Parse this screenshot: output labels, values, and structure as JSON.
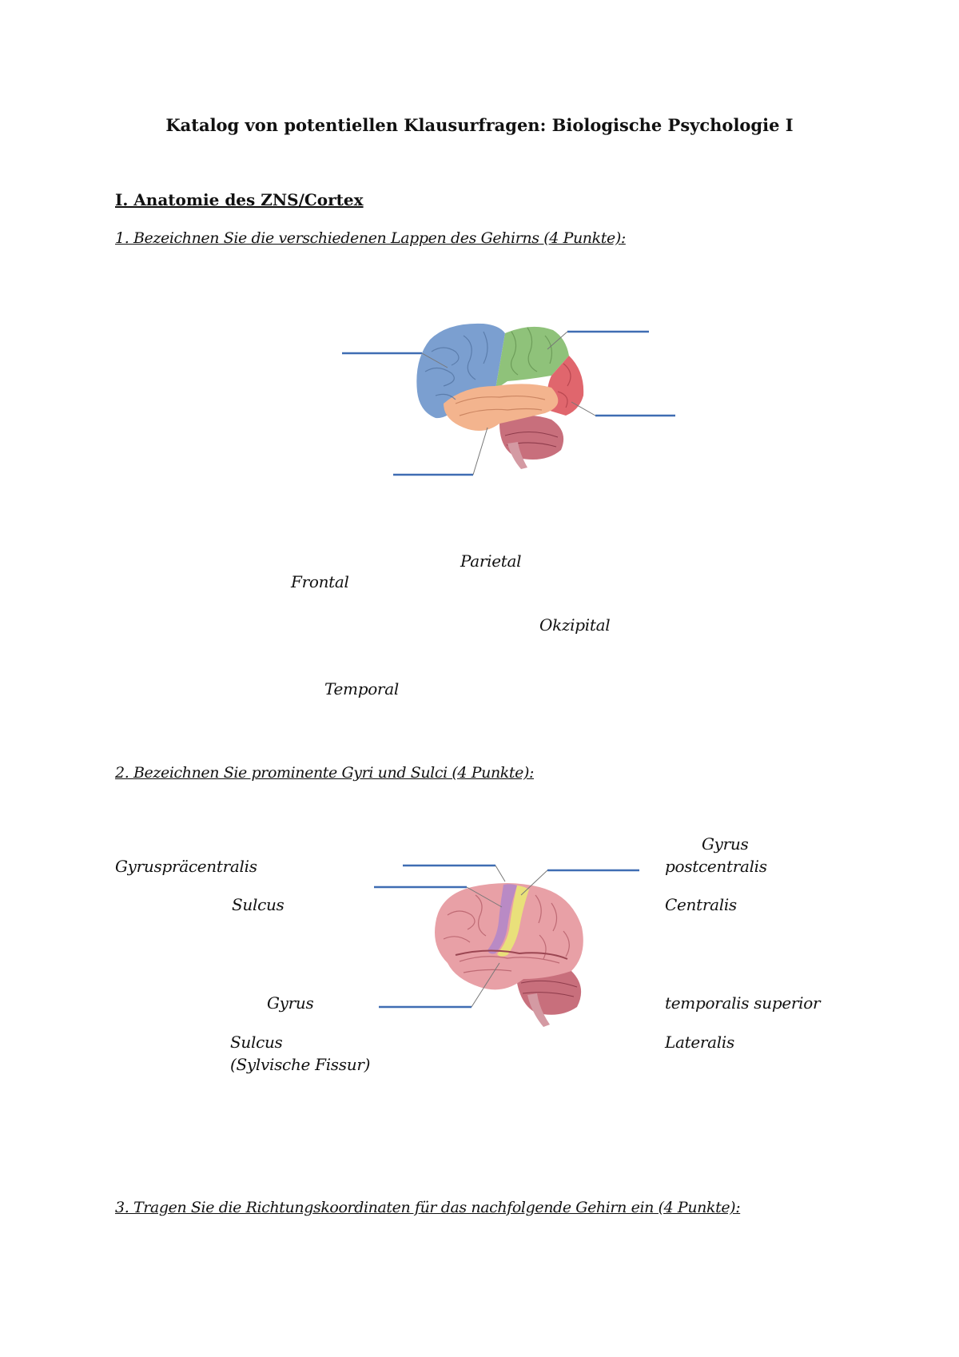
{
  "title": "Katalog von potentiellen Klausurfragen: Biologische Psychologie I",
  "section": "I. Anatomie des ZNS/Cortex",
  "questions": [
    {
      "text": "1. Bezeichnen Sie die verschiedenen Lappen des Gehirns (4 Punkte):",
      "answers": [
        "Parietal",
        "Frontal",
        "Okzipital",
        "Temporal"
      ]
    },
    {
      "text": "2. Bezeichnen Sie prominente Gyri und Sulci (4 Punkte):",
      "answers": [
        "Gyrus",
        "Gyruspräcentralis",
        "postcentralis",
        "Sulcus",
        "Centralis",
        "Gyrus",
        "temporalis superior",
        "Sulcus",
        "Lateralis",
        "(Sylvische Fissur)"
      ]
    },
    {
      "text": "3. Tragen Sie die Richtungskoordinaten für das nachfolgende Gehirn ein (4 Punkte):"
    }
  ],
  "colors": {
    "frontal": "#7b9fd0",
    "parietal": "#8fc27a",
    "occipital": "#e0666d",
    "temporal": "#f3b48e",
    "cerebellum": "#c86f7c",
    "cortex_pink": "#e8a0a6",
    "precentral": "#b98ac5",
    "postcentral": "#e9e07a",
    "answer_line": "#3f6db3"
  }
}
